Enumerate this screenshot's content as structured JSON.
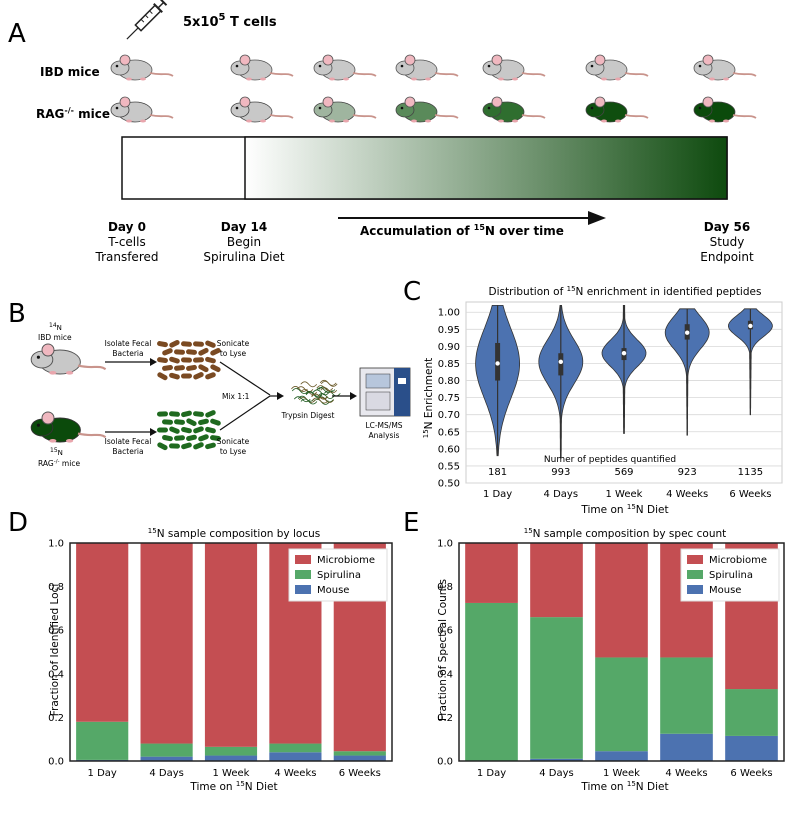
{
  "panelA": {
    "letter": "A",
    "injection_label_base": "5x10",
    "injection_label_exp": "5",
    "injection_label_rest": " T cells",
    "row1_label": "IBD mice",
    "row2_label_base": "RAG",
    "row2_label_sup": "-/-",
    "row2_label_rest": " mice",
    "day0": {
      "title": "Day 0",
      "line1": "T-cells",
      "line2": "Transfered"
    },
    "day14": {
      "title": "Day 14",
      "line1": "Begin",
      "line2": "Spirulina Diet"
    },
    "day56": {
      "title": "Day 56",
      "line1": "Study",
      "line2": "Endpoint"
    },
    "arrow_label_pre": "Accumulation of ",
    "arrow_label_sup": "15",
    "arrow_label_post": "N over time",
    "colors": {
      "mouse_grey": "#c8c8c8",
      "mouse_green_dark": "#0b4a0b",
      "gradient_end": "#0e4a0e"
    }
  },
  "panelB": {
    "letter": "B",
    "ibd_sup": "14",
    "ibd_sup_el": "N",
    "ibd_label": "IBD mice",
    "rag_sup": "15",
    "rag_sup_el": "N",
    "rag_label_base": "RAG",
    "rag_label_sup": "-/-",
    "rag_label_rest": " mice",
    "isolate1": "Isolate Fecal",
    "isolate2": "Bacteria",
    "sonicate1": "Sonicate",
    "sonicate2": "to Lyse",
    "mix": "Mix 1:1",
    "trypsin": "Trypsin Digest",
    "lcms1": "LC-MS/MS",
    "lcms2": "Analysis"
  },
  "panelC": {
    "letter": "C",
    "title_pre": "Distribution of ",
    "title_sup": "15",
    "title_post": "N enrichment in identified peptides",
    "ylabel_sup": "15",
    "ylabel_post": "N Enrichment",
    "xlabel": "Time on ",
    "xlabel_sup": "15",
    "xlabel_post": "N Diet",
    "count_label": "Numer of peptides quantified"
  },
  "panelD": {
    "letter": "D",
    "title_sup": "15",
    "title_post": "N sample composition by locus",
    "ylabel": "Fraction of Identified Loci",
    "xlabel": "Time on ",
    "xlabel_sup": "15",
    "xlabel_post": "N Diet"
  },
  "panelE": {
    "letter": "E",
    "title_sup": "15",
    "title_post": "N sample composition by spec count",
    "ylabel": "Fraction of Spectral Counts",
    "xlabel": "Time on ",
    "xlabel_sup": "15",
    "xlabel_post": "N Diet"
  },
  "chart_data": [
    {
      "type": "violin",
      "title": "Distribution of 15N enrichment in identified peptides",
      "ylabel": "15N Enrichment",
      "xlabel": "Time on 15N Diet",
      "categories": [
        "1 Day",
        "4 Days",
        "1 Week",
        "4 Weeks",
        "6 Weeks"
      ],
      "counts": [
        181,
        993,
        569,
        923,
        1135
      ],
      "medians": [
        0.85,
        0.855,
        0.88,
        0.94,
        0.96
      ],
      "q1": [
        0.8,
        0.815,
        0.86,
        0.92,
        0.95
      ],
      "q3": [
        0.91,
        0.88,
        0.895,
        0.965,
        0.975
      ],
      "min": [
        0.58,
        0.575,
        0.645,
        0.64,
        0.7
      ],
      "max": [
        1.02,
        1.02,
        1.02,
        1.01,
        1.01
      ],
      "yticks": [
        "0.50",
        "0.55",
        "0.60",
        "0.65",
        "0.70",
        "0.75",
        "0.80",
        "0.85",
        "0.90",
        "0.95",
        "1.00"
      ],
      "ylim": [
        0.5,
        1.03
      ],
      "color": "#4c72b0"
    },
    {
      "type": "bar",
      "stacked": true,
      "title": "15N sample composition by locus",
      "ylabel": "Fraction of Identified Loci",
      "xlabel": "Time on 15N Diet",
      "categories": [
        "1 Day",
        "4 Days",
        "1 Week",
        "4 Weeks",
        "6 Weeks"
      ],
      "series": [
        {
          "name": "Mouse",
          "values": [
            0.005,
            0.02,
            0.025,
            0.04,
            0.025
          ],
          "color": "#4c72b0"
        },
        {
          "name": "Spirulina",
          "values": [
            0.175,
            0.06,
            0.04,
            0.04,
            0.02
          ],
          "color": "#55a868"
        },
        {
          "name": "Microbiome",
          "values": [
            0.82,
            0.92,
            0.935,
            0.92,
            0.955
          ],
          "color": "#c44e52"
        }
      ],
      "yticks": [
        "0.0",
        "0.2",
        "0.4",
        "0.6",
        "0.8",
        "1.0"
      ],
      "ylim": [
        0,
        1
      ],
      "legend": "top-right"
    },
    {
      "type": "bar",
      "stacked": true,
      "title": "15N sample composition by spec count",
      "ylabel": "Fraction of Spectral Counts",
      "xlabel": "Time on 15N Diet",
      "categories": [
        "1 Day",
        "4 Days",
        "1 Week",
        "4 Weeks",
        "6 Weeks"
      ],
      "series": [
        {
          "name": "Mouse",
          "values": [
            0.0,
            0.01,
            0.045,
            0.125,
            0.115
          ],
          "color": "#4c72b0"
        },
        {
          "name": "Spirulina",
          "values": [
            0.725,
            0.65,
            0.43,
            0.35,
            0.215
          ],
          "color": "#55a868"
        },
        {
          "name": "Microbiome",
          "values": [
            0.275,
            0.34,
            0.525,
            0.525,
            0.67
          ],
          "color": "#c44e52"
        }
      ],
      "yticks": [
        "0.0",
        "0.2",
        "0.4",
        "0.6",
        "0.8",
        "1.0"
      ],
      "ylim": [
        0,
        1
      ],
      "legend": "top-right"
    }
  ]
}
